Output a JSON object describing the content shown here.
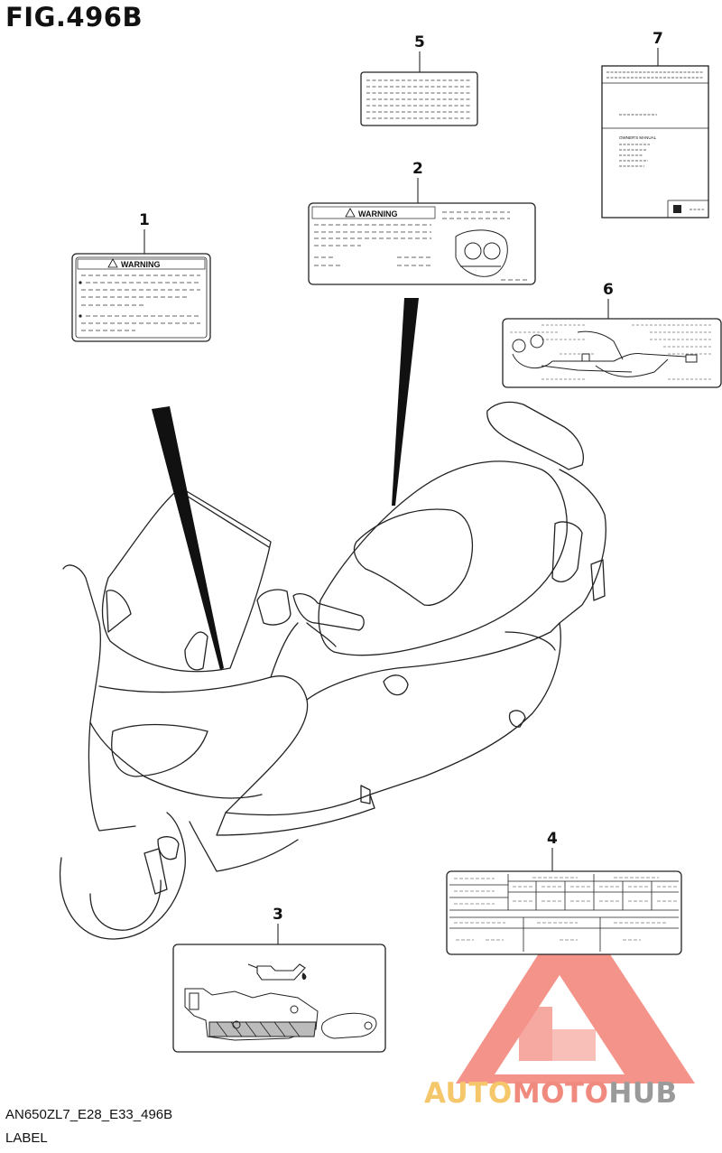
{
  "figure": {
    "title": "FIG.496B",
    "model_code": "AN650ZL7_E28_E33_496B",
    "caption": "LABEL"
  },
  "callouts": [
    {
      "id": "1",
      "label": "1",
      "item": "warning-label"
    },
    {
      "id": "2",
      "label": "2",
      "item": "warning-label"
    },
    {
      "id": "3",
      "label": "3",
      "item": "oil-pictogram-label"
    },
    {
      "id": "4",
      "label": "4",
      "item": "information-table-label"
    },
    {
      "id": "5",
      "label": "5",
      "item": "text-label"
    },
    {
      "id": "6",
      "label": "6",
      "item": "vacuum-hose-routing-label"
    },
    {
      "id": "7",
      "label": "7",
      "item": "owners-manual"
    }
  ],
  "labels": {
    "warning_1": "WARNING",
    "warning_2": "WARNING",
    "manual_title": "OWNER'S MANUAL"
  },
  "watermark": {
    "auto": "AUTO",
    "moto": "MOTO",
    "hub": "HUB",
    "colors": {
      "auto": "#f5c76a",
      "moto": "#f08a7e",
      "hub": "#9a9a9a",
      "logo": "#f06a5e"
    }
  }
}
